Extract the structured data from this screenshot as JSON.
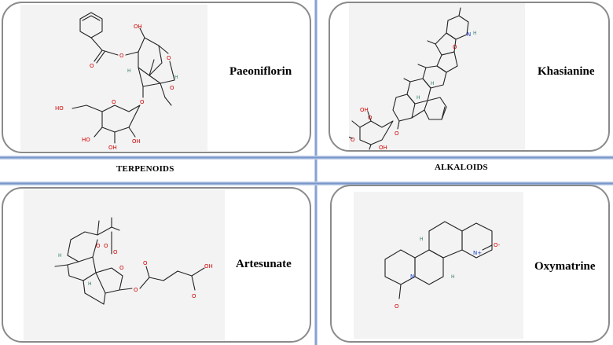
{
  "colors": {
    "divider": "#6f8fc6",
    "panel_border": "#8a8a8a",
    "structure_bg": "#f3f3f3",
    "oxygen": "#d00000",
    "nitrogen": "#1a3fcf"
  },
  "classes": {
    "left": "TERPENOIDS",
    "right": "ALKALOIDS"
  },
  "compounds": [
    {
      "name": "Paeoniflorin",
      "class": "terpenoid"
    },
    {
      "name": "Khasianine",
      "class": "alkaloid"
    },
    {
      "name": "Artesunate",
      "class": "terpenoid"
    },
    {
      "name": "Oxymatrine",
      "class": "alkaloid"
    }
  ],
  "atoms": {
    "O": "O",
    "OH": "OH",
    "HO": "HO",
    "H": "H",
    "N": "N",
    "N_plus": "N+",
    "O_minus": "O-"
  }
}
